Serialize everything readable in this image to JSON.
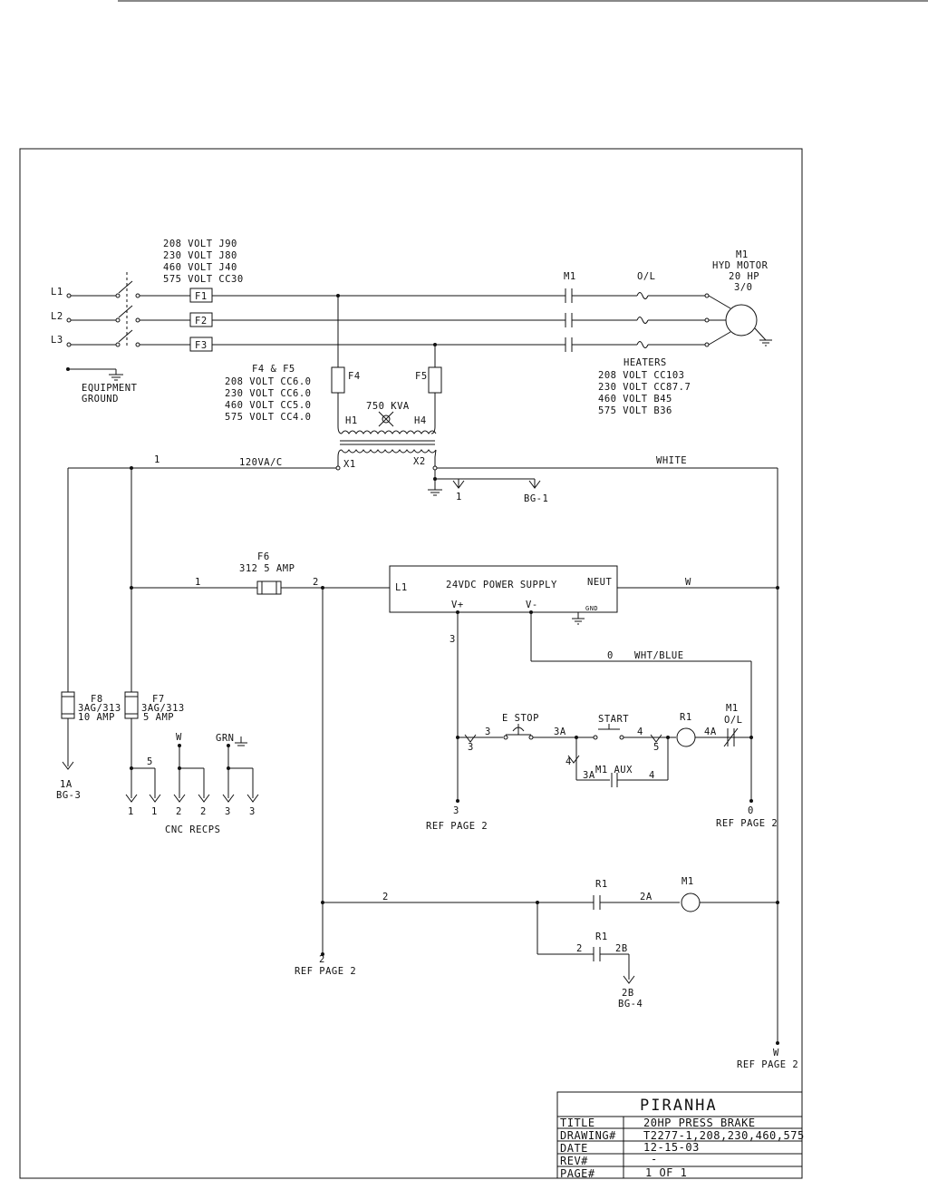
{
  "supply": {
    "l1": "L1",
    "l2": "L2",
    "l3": "L3",
    "fuse_ratings": [
      "208 VOLT J90",
      "230 VOLT J80",
      "460 VOLT J40",
      "575 VOLT CC30"
    ],
    "f1": "F1",
    "f2": "F2",
    "f3": "F3",
    "ground_l1": "EQUIPMENT",
    "ground_l2": "GROUND"
  },
  "contactor": {
    "m1": "M1",
    "ol": "O/L"
  },
  "motor": {
    "name": "M1",
    "type": "HYD MOTOR",
    "hp": "20 HP",
    "phase": "3/0"
  },
  "heaters": {
    "title": "HEATERS",
    "ratings": [
      "208 VOLT CC103",
      "230 VOLT CC87.7",
      "460 VOLT B45",
      "575 VOLT B36"
    ]
  },
  "transformer": {
    "fuses_title": "F4 & F5",
    "fuse_ratings": [
      "208 VOLT CC6.0",
      "230 VOLT CC6.0",
      "460 VOLT CC5.0",
      "575 VOLT CC4.0"
    ],
    "f4": "F4",
    "f5": "F5",
    "kva": "750 KVA",
    "h1": "H1",
    "h4": "H4",
    "x1": "X1",
    "x2": "X2"
  },
  "control": {
    "wire1": "1",
    "vac": "120VA/C",
    "white": "WHITE",
    "gnd_wire": "1",
    "bg1": "BG-1",
    "f6": "F6",
    "f6_rating": "312  5 AMP",
    "wire1b": "1",
    "wire2": "2",
    "ps_title": "24VDC POWER SUPPLY",
    "ps_l1": "L1",
    "ps_neut": "NEUT",
    "ps_vplus": "V+",
    "ps_vminus": "V-",
    "ps_gnd": "GND",
    "w": "W",
    "wire3": "3",
    "wire0": "0",
    "wht_blue": "WHT/BLUE"
  },
  "fuses_left": {
    "f8": "F8",
    "f8_type": "3AG/313",
    "f8_amp": "10 AMP",
    "f7": "F7",
    "f7_type": "3AG/313",
    "f7_amp": "5 AMP",
    "bg3_wire": "1A",
    "bg3": "BG-3",
    "wire5": "5",
    "w_label": "W",
    "grn": "GRN",
    "recp_nums": [
      "1",
      "1",
      "2",
      "2",
      "3",
      "3"
    ],
    "cnc": "CNC RECPS"
  },
  "rung1": {
    "estop": "E STOP",
    "start": "START",
    "r1": "R1",
    "m1": "M1",
    "ol": "O/L",
    "w3": "3",
    "w3a": "3A",
    "w4": "4",
    "w4a": "4A",
    "w5": "5",
    "w4v": "4",
    "aux_3a": "3A",
    "aux": "M1 AUX",
    "aux_4": "4",
    "ref3_num": "3",
    "ref3": "REF PAGE 2",
    "ref0_num": "0",
    "ref0": "REF PAGE 2"
  },
  "rung2": {
    "wire2": "2",
    "r1": "R1",
    "w2a": "2A",
    "m1": "M1",
    "r1b": "R1",
    "w2": "2",
    "w2b": "2B",
    "bg_num": "2B",
    "bg4": "BG-4",
    "ref2_num": "2",
    "ref2": "REF PAGE 2",
    "refw_num": "W",
    "refw": "REF PAGE 2"
  },
  "title_block": {
    "company": "PIRANHA",
    "rows": [
      {
        "label": "TITLE",
        "value": "20HP PRESS BRAKE"
      },
      {
        "label": "DRAWING#",
        "value": "T2277-1,208,230,460,575"
      },
      {
        "label": "DATE",
        "value": "12-15-03"
      },
      {
        "label": "REV#",
        "value": "-"
      },
      {
        "label": "PAGE#",
        "value": "1 OF 1"
      }
    ]
  }
}
